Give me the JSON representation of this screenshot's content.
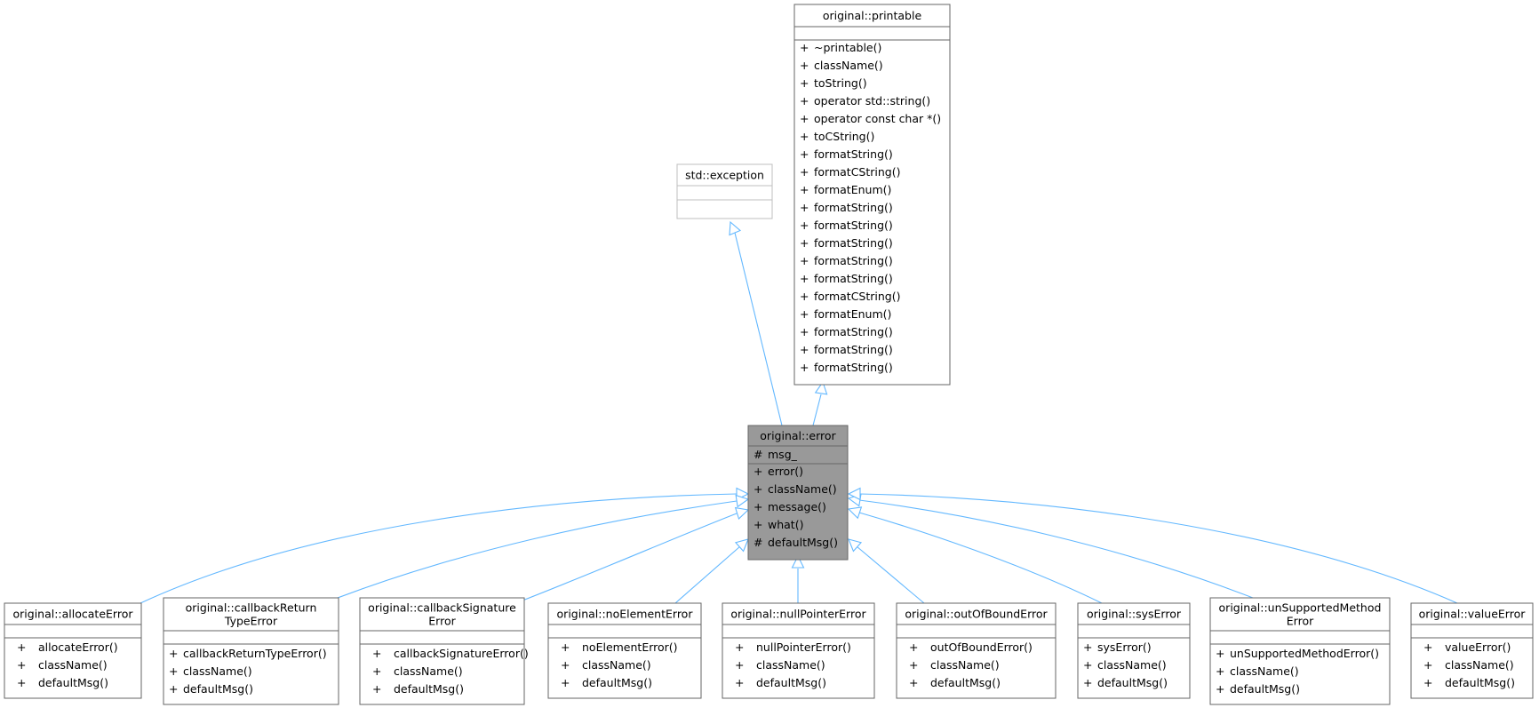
{
  "colors": {
    "edge": "#63b8ff",
    "box_border": "#666666",
    "box_fill": "#ffffff",
    "highlight_fill": "#999999",
    "external_border": "#bfbfbf"
  },
  "classes": [
    {
      "id": "printable",
      "title_lines": [
        "original::printable"
      ],
      "attributes": [],
      "methods": [
        {
          "vis": "+",
          "name": "~printable()"
        },
        {
          "vis": "+",
          "name": "className()"
        },
        {
          "vis": "+",
          "name": "toString()"
        },
        {
          "vis": "+",
          "name": "operator std::string()"
        },
        {
          "vis": "+",
          "name": "operator const char *()"
        },
        {
          "vis": "+",
          "name": "toCString()"
        },
        {
          "vis": "+",
          "name": "formatString()"
        },
        {
          "vis": "+",
          "name": "formatCString()"
        },
        {
          "vis": "+",
          "name": "formatEnum()"
        },
        {
          "vis": "+",
          "name": "formatString()"
        },
        {
          "vis": "+",
          "name": "formatString()"
        },
        {
          "vis": "+",
          "name": "formatString()"
        },
        {
          "vis": "+",
          "name": "formatString()"
        },
        {
          "vis": "+",
          "name": "formatString()"
        },
        {
          "vis": "+",
          "name": "formatCString()"
        },
        {
          "vis": "+",
          "name": "formatEnum()"
        },
        {
          "vis": "+",
          "name": "formatString()"
        },
        {
          "vis": "+",
          "name": "formatString()"
        },
        {
          "vis": "+",
          "name": "formatString()"
        }
      ]
    },
    {
      "id": "std-exception",
      "title_lines": [
        "std::exception"
      ],
      "attributes": [],
      "methods": []
    },
    {
      "id": "error",
      "title_lines": [
        "original::error"
      ],
      "attributes": [
        {
          "vis": "#",
          "name": "msg_"
        }
      ],
      "methods": [
        {
          "vis": "+",
          "name": "error()"
        },
        {
          "vis": "+",
          "name": "className()"
        },
        {
          "vis": "+",
          "name": "message()"
        },
        {
          "vis": "+",
          "name": "what()"
        },
        {
          "vis": "#",
          "name": "defaultMsg()"
        }
      ]
    },
    {
      "id": "allocateError",
      "title_lines": [
        "original::allocateError"
      ],
      "attributes": [],
      "methods": [
        {
          "vis": "+",
          "name": "allocateError()"
        },
        {
          "vis": "+",
          "name": "className()"
        },
        {
          "vis": "+",
          "name": "defaultMsg()"
        }
      ]
    },
    {
      "id": "callbackReturnTypeError",
      "title_lines": [
        "original::callbackReturn",
        "TypeError"
      ],
      "attributes": [],
      "methods": [
        {
          "vis": "+",
          "name": "callbackReturnTypeError()"
        },
        {
          "vis": "+",
          "name": "className()"
        },
        {
          "vis": "+",
          "name": "defaultMsg()"
        }
      ]
    },
    {
      "id": "callbackSignatureError",
      "title_lines": [
        "original::callbackSignature",
        "Error"
      ],
      "attributes": [],
      "methods": [
        {
          "vis": "+",
          "name": "callbackSignatureError()"
        },
        {
          "vis": "+",
          "name": "className()"
        },
        {
          "vis": "+",
          "name": "defaultMsg()"
        }
      ]
    },
    {
      "id": "noElementError",
      "title_lines": [
        "original::noElementError"
      ],
      "attributes": [],
      "methods": [
        {
          "vis": "+",
          "name": "noElementError()"
        },
        {
          "vis": "+",
          "name": "className()"
        },
        {
          "vis": "+",
          "name": "defaultMsg()"
        }
      ]
    },
    {
      "id": "nullPointerError",
      "title_lines": [
        "original::nullPointerError"
      ],
      "attributes": [],
      "methods": [
        {
          "vis": "+",
          "name": "nullPointerError()"
        },
        {
          "vis": "+",
          "name": "className()"
        },
        {
          "vis": "+",
          "name": "defaultMsg()"
        }
      ]
    },
    {
      "id": "outOfBoundError",
      "title_lines": [
        "original::outOfBoundError"
      ],
      "attributes": [],
      "methods": [
        {
          "vis": "+",
          "name": "outOfBoundError()"
        },
        {
          "vis": "+",
          "name": "className()"
        },
        {
          "vis": "+",
          "name": "defaultMsg()"
        }
      ]
    },
    {
      "id": "sysError",
      "title_lines": [
        "original::sysError"
      ],
      "attributes": [],
      "methods": [
        {
          "vis": "+",
          "name": "sysError()"
        },
        {
          "vis": "+",
          "name": "className()"
        },
        {
          "vis": "+",
          "name": "defaultMsg()"
        }
      ]
    },
    {
      "id": "unSupportedMethodError",
      "title_lines": [
        "original::unSupportedMethod",
        "Error"
      ],
      "attributes": [],
      "methods": [
        {
          "vis": "+",
          "name": "unSupportedMethodError()"
        },
        {
          "vis": "+",
          "name": "className()"
        },
        {
          "vis": "+",
          "name": "defaultMsg()"
        }
      ]
    },
    {
      "id": "valueError",
      "title_lines": [
        "original::valueError"
      ],
      "attributes": [],
      "methods": [
        {
          "vis": "+",
          "name": "valueError()"
        },
        {
          "vis": "+",
          "name": "className()"
        },
        {
          "vis": "+",
          "name": "defaultMsg()"
        }
      ]
    }
  ],
  "inheritance": [
    {
      "from": "error",
      "to": "std-exception"
    },
    {
      "from": "error",
      "to": "printable"
    },
    {
      "from": "allocateError",
      "to": "error"
    },
    {
      "from": "callbackReturnTypeError",
      "to": "error"
    },
    {
      "from": "callbackSignatureError",
      "to": "error"
    },
    {
      "from": "noElementError",
      "to": "error"
    },
    {
      "from": "nullPointerError",
      "to": "error"
    },
    {
      "from": "outOfBoundError",
      "to": "error"
    },
    {
      "from": "sysError",
      "to": "error"
    },
    {
      "from": "unSupportedMethodError",
      "to": "error"
    },
    {
      "from": "valueError",
      "to": "error"
    }
  ]
}
